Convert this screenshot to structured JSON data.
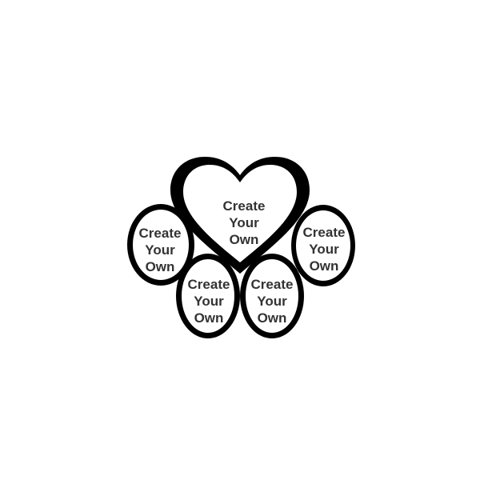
{
  "colors": {
    "background": "#ffffff",
    "outline": "#000000",
    "fill": "#ffffff",
    "text": "#333333"
  },
  "slots": {
    "heart": {
      "line1": "Create",
      "line2": "Your",
      "line3": "Own"
    },
    "left": {
      "line1": "Create",
      "line2": "Your",
      "line3": "Own"
    },
    "right": {
      "line1": "Create",
      "line2": "Your",
      "line3": "Own"
    },
    "botleft": {
      "line1": "Create",
      "line2": "Your",
      "line3": "Own"
    },
    "botright": {
      "line1": "Create",
      "line2": "Your",
      "line3": "Own"
    }
  }
}
